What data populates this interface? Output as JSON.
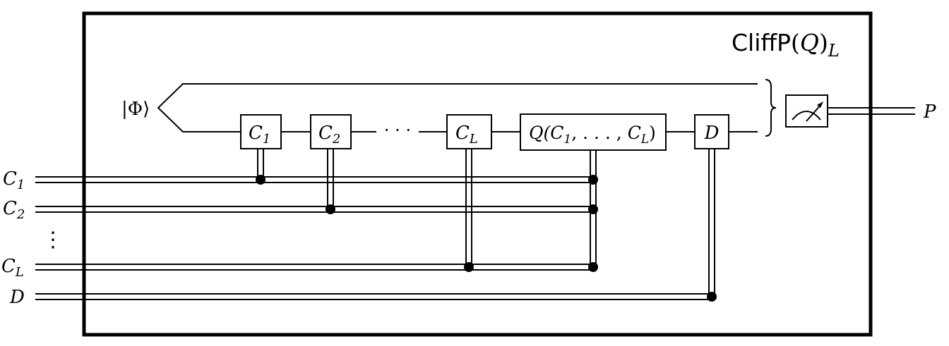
{
  "box": {
    "title_main": "CliffP",
    "title_open": "(",
    "title_arg": "Q",
    "title_close": ")",
    "title_sub": "L"
  },
  "state": {
    "label": "|Φ⟩"
  },
  "gates": {
    "c1": {
      "main": "C",
      "sub": "1"
    },
    "c2": {
      "main": "C",
      "sub": "2"
    },
    "ellipsis": "· · ·",
    "cl": {
      "main": "C",
      "sub": "L"
    },
    "q": {
      "t1": "Q(",
      "t2": "C",
      "s2": "1",
      "t3": ", . . . , ",
      "t4": "C",
      "s4": "L",
      "t5": ")"
    },
    "d": {
      "main": "D"
    }
  },
  "inputs": {
    "c1": {
      "main": "C",
      "sub": "1"
    },
    "c2": {
      "main": "C",
      "sub": "2"
    },
    "vdots": "⋮",
    "cl": {
      "main": "C",
      "sub": "L"
    },
    "d": {
      "main": "D"
    }
  },
  "output": {
    "label": "P"
  },
  "icons": {
    "meter": "measurement-meter-icon",
    "brace": "right-brace-icon"
  }
}
